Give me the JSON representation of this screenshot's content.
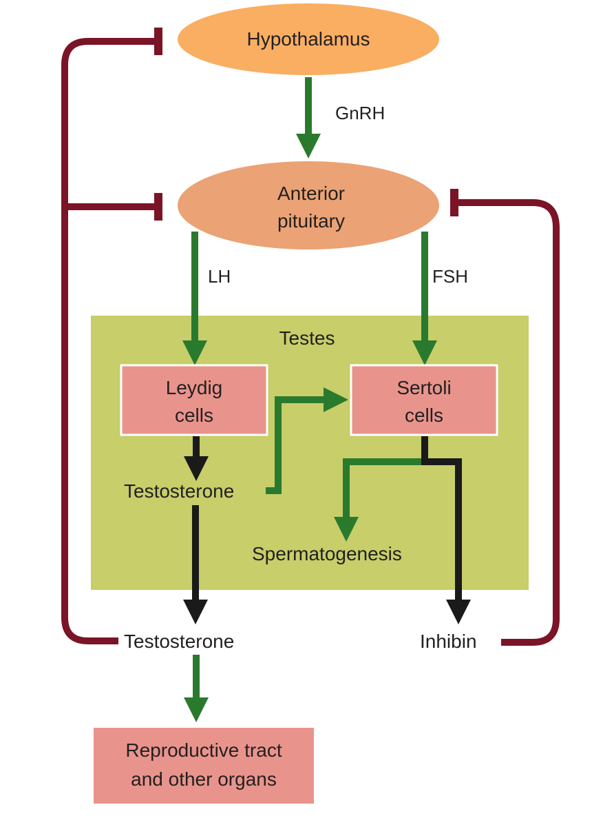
{
  "nodes": {
    "hypothalamus": "Hypothalamus",
    "anterior_pituitary_line1": "Anterior",
    "anterior_pituitary_line2": "pituitary",
    "testes": "Testes",
    "leydig_line1": "Leydig",
    "leydig_line2": "cells",
    "sertoli_line1": "Sertoli",
    "sertoli_line2": "cells",
    "testosterone_inner": "Testosterone",
    "spermatogenesis": "Spermatogenesis",
    "testosterone_outer": "Testosterone",
    "inhibin": "Inhibin",
    "reproductive_line1": "Reproductive tract",
    "reproductive_line2": "and other organs"
  },
  "hormones": {
    "gnrh": "GnRH",
    "lh": "LH",
    "fsh": "FSH"
  },
  "colors": {
    "hypothalamus_fill": "#f9ae62",
    "pituitary_fill": "#eba274",
    "testes_fill": "#c7ce6a",
    "cell_box_fill": "#e8948c",
    "stimulation_arrow": "#2a7a2e",
    "production_arrow": "#1a1a1a",
    "inhibition_line": "#7a1426"
  }
}
